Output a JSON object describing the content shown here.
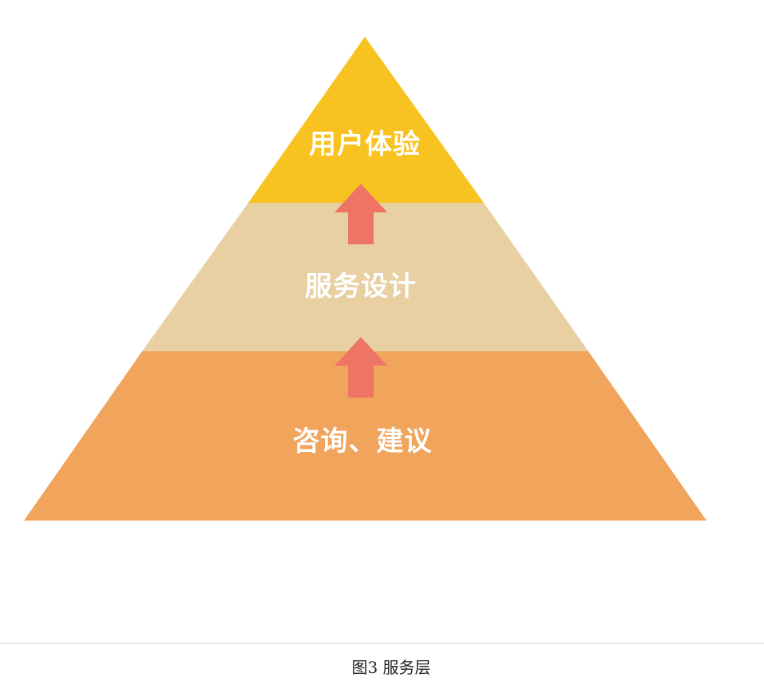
{
  "pyramid": {
    "layers": [
      {
        "label": "用户体验",
        "color": "#F8C220"
      },
      {
        "label": "服务设计",
        "color": "#E8D0A2"
      },
      {
        "label": "咨询、建议",
        "color": "#F0A45C"
      }
    ],
    "arrow_color": "#EE7566"
  },
  "caption": "图3 服务层"
}
